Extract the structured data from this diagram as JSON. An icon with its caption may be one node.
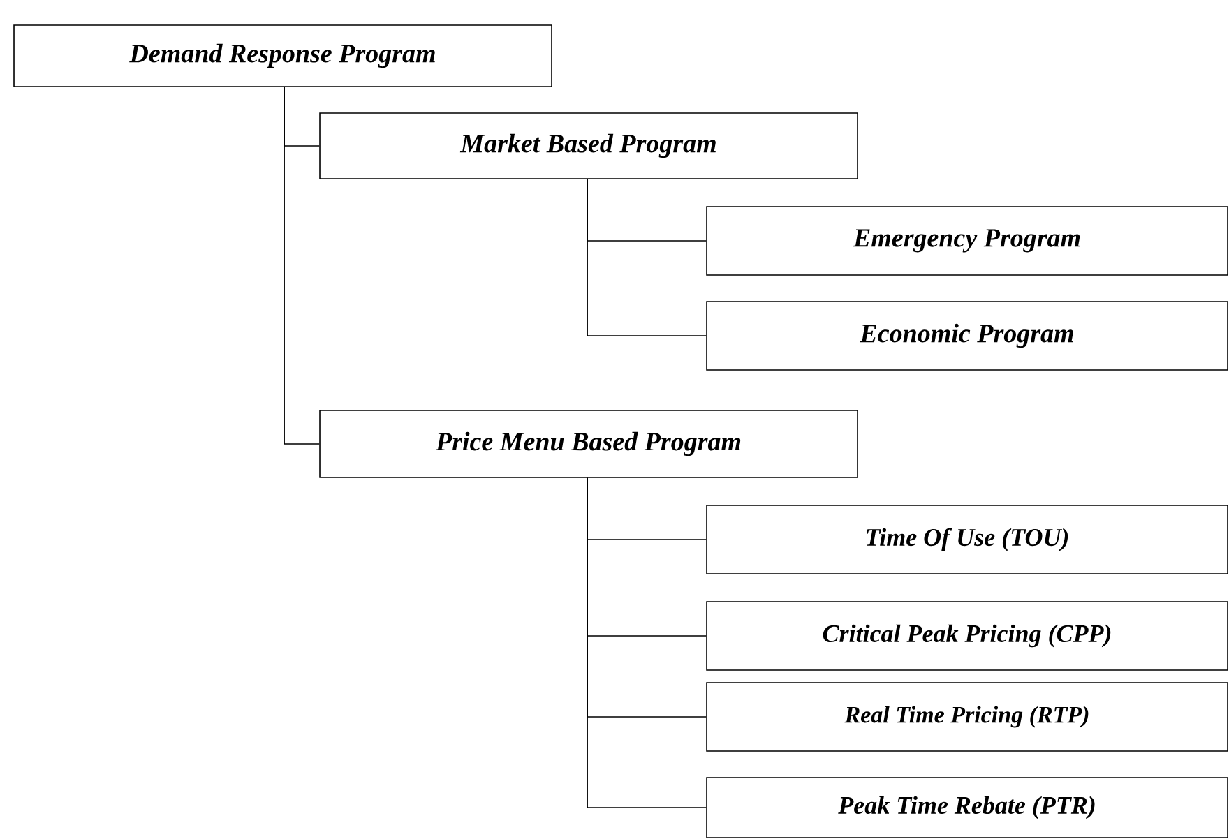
{
  "diagram": {
    "nodes": [
      {
        "text": [
          "Demand Response Program"
        ]
      },
      {
        "text": [
          "Market Based Program"
        ]
      },
      {
        "text": [
          "Emergency Program"
        ]
      },
      {
        "text": [
          "Economic Program"
        ]
      },
      {
        "text": [
          "Price Menu Based Program"
        ]
      },
      {
        "text": [
          "Time Of Use (TOU)"
        ]
      },
      {
        "text": [
          "Critical Peak Pricing (CPP)"
        ]
      },
      {
        "text": [
          "Real Time Pricing (RTP)"
        ]
      },
      {
        "text": [
          "Peak Time Rebate (PTR)"
        ]
      }
    ],
    "edges": [
      {
        "from": 0,
        "to": 1,
        "arrow": "none"
      },
      {
        "from": 0,
        "to": 4,
        "arrow": "none"
      },
      {
        "from": 1,
        "to": 2,
        "arrow": "none"
      },
      {
        "from": 1,
        "to": 3,
        "arrow": "none"
      },
      {
        "from": 4,
        "to": 5,
        "arrow": "none"
      },
      {
        "from": 4,
        "to": 6,
        "arrow": "none"
      },
      {
        "from": 4,
        "to": 7,
        "arrow": "none"
      },
      {
        "from": 4,
        "to": 8,
        "arrow": "none"
      }
    ]
  }
}
